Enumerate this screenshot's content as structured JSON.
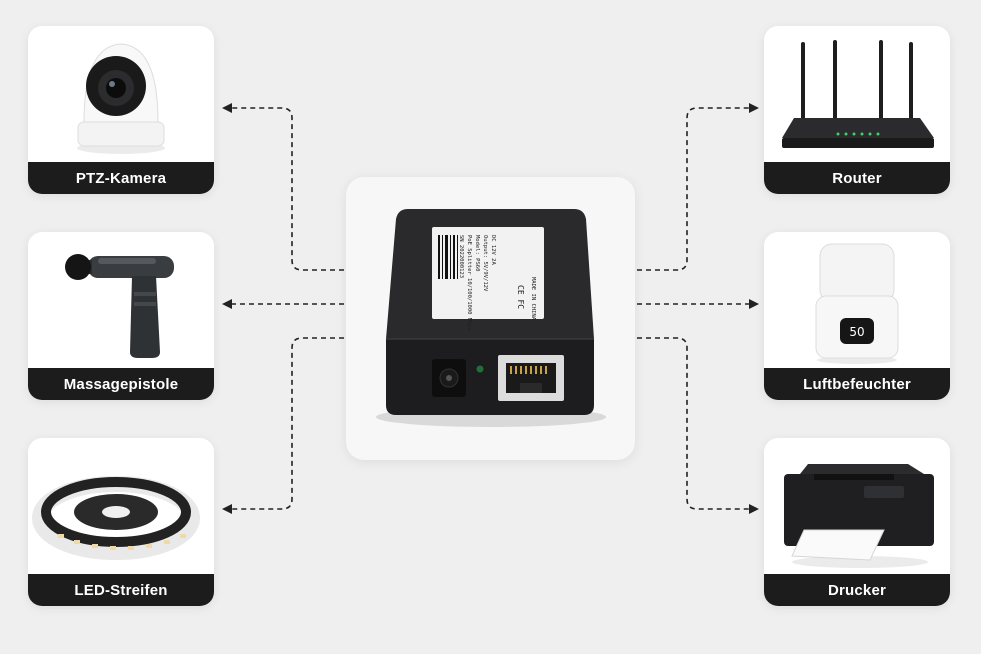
{
  "hub": {
    "name": "PoE-Splitter",
    "label_lines": [
      "PoE Splitter 10/100/1000 Mbps",
      "Model: PS60",
      "Output: 5V/9V/12V",
      "DC 12V 2A"
    ],
    "serial": "SN 2022000123",
    "ce_mark": "CE FC",
    "made_in": "MADE IN CHINA"
  },
  "devices": {
    "left": [
      {
        "label": "PTZ-Kamera",
        "icon": "ptz-camera-icon"
      },
      {
        "label": "Massagepistole",
        "icon": "massage-gun-icon"
      },
      {
        "label": "LED-Streifen",
        "icon": "led-strip-icon"
      }
    ],
    "right": [
      {
        "label": "Router",
        "icon": "router-icon"
      },
      {
        "label": "Luftbefeuchter",
        "icon": "humidifier-icon",
        "display": "50"
      },
      {
        "label": "Drucker",
        "icon": "printer-icon"
      }
    ]
  },
  "colors": {
    "background": "#efefef",
    "card": "#ffffff",
    "label_bar": "#1c1c1c",
    "connector": "#222222"
  }
}
